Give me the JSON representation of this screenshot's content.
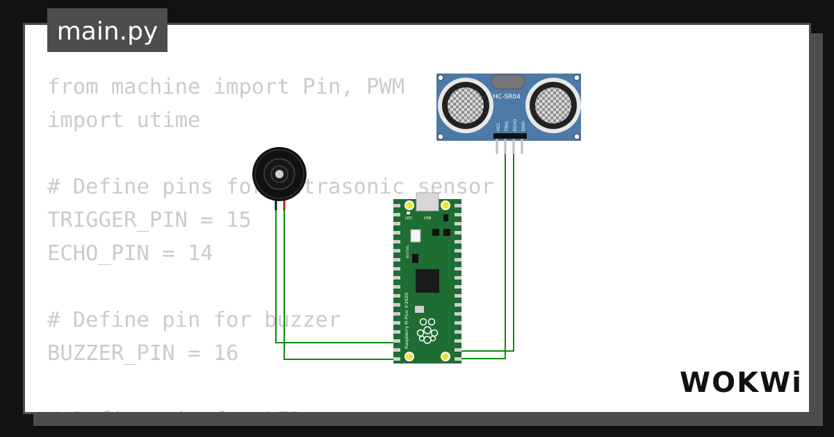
{
  "tab": {
    "label": "main.py"
  },
  "code_lines": [
    "from machine import Pin, PWM",
    "import utime",
    "",
    "# Define pins for ultrasonic sensor",
    "TRIGGER_PIN = 15",
    "ECHO_PIN = 14",
    "",
    "# Define pin for buzzer",
    "BUZZER_PIN = 16",
    "",
    "# Define pin for LED"
  ],
  "sensor": {
    "label": "HC-SR04",
    "pins": [
      "VCC",
      "TRIG",
      "ECHO",
      "GND"
    ]
  },
  "board": {
    "name": "Raspberry Pi Pico ©2020",
    "usb_label": "USB",
    "led_label": "LED",
    "bootsel_label": "BOOTSEL"
  },
  "logo": {
    "text": "WOKWi"
  },
  "colors": {
    "background": "#121212",
    "tab": "#4d4d4d",
    "code": "#cbcbcb",
    "wire": "#0a8a0a",
    "board": "#1e6d32",
    "sensor": "#4d79a6"
  }
}
